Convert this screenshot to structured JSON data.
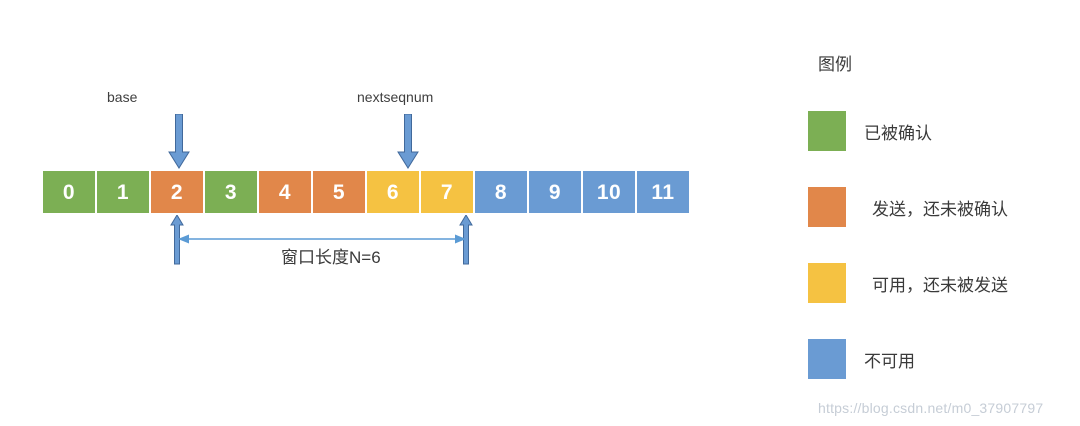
{
  "diagram": {
    "title_hidden": "",
    "pointers": [
      {
        "name": "base",
        "label": "base"
      },
      {
        "name": "nextseqnum",
        "label": "nextseqnum"
      }
    ],
    "window_length_label": "窗口长度N=6",
    "sequence": [
      {
        "value": "0",
        "state": "acked"
      },
      {
        "value": "1",
        "state": "acked"
      },
      {
        "value": "2",
        "state": "sent"
      },
      {
        "value": "3",
        "state": "acked"
      },
      {
        "value": "4",
        "state": "sent"
      },
      {
        "value": "5",
        "state": "sent"
      },
      {
        "value": "6",
        "state": "usable"
      },
      {
        "value": "7",
        "state": "usable"
      },
      {
        "value": "8",
        "state": "unusable"
      },
      {
        "value": "9",
        "state": "unusable"
      },
      {
        "value": "10",
        "state": "unusable"
      },
      {
        "value": "11",
        "state": "unusable"
      }
    ]
  },
  "legend": {
    "title": "图例",
    "items": [
      {
        "state": "acked",
        "label": "已被确认"
      },
      {
        "state": "sent",
        "label": "发送，还未被确认"
      },
      {
        "state": "usable",
        "label": "可用，还未被发送"
      },
      {
        "state": "unusable",
        "label": "不可用"
      }
    ]
  },
  "watermark": {
    "text": "https://blog.csdn.net/m0_37907797"
  },
  "colors": {
    "acked": "#7CAF54",
    "sent": "#E1874A",
    "usable": "#F5C242",
    "unusable": "#6A9BD3",
    "arrow": "#6A9BD3",
    "arrow_stroke": "#41699B",
    "measure_line": "#5B9BD5"
  }
}
